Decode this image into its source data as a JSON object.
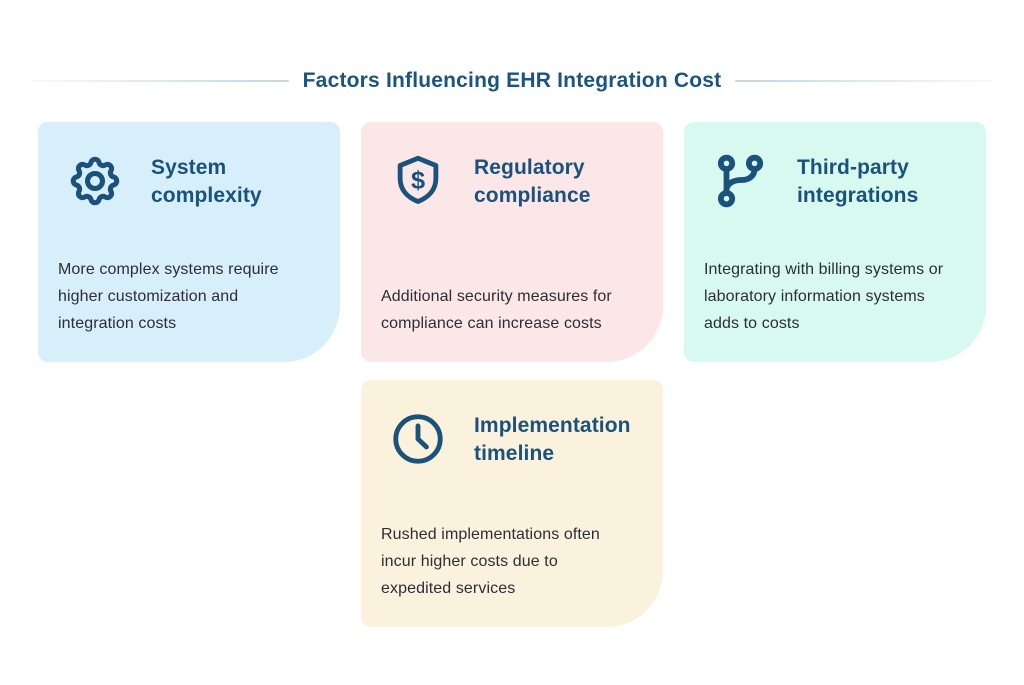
{
  "page": {
    "title": "Factors Influencing EHR Integration Cost"
  },
  "colors": {
    "accent_navy": "#1A527C",
    "title_navy": "#1C5480",
    "body_text": "#2D2D36",
    "divider": "#C3D6E3",
    "card_blue": "#D7EEFB",
    "card_pink": "#FBE6E8",
    "card_mint": "#D7F9F0",
    "card_cream": "#FBF2DD"
  },
  "cards": [
    {
      "icon": "gear-icon",
      "title": "System\ncomplexity",
      "body": "More complex systems require\nhigher customization and\nintegration costs",
      "bg": "#D7EEFB"
    },
    {
      "icon": "shield-dollar-icon",
      "title": "Regulatory\ncompliance",
      "body": "Additional security measures for\ncompliance can increase costs",
      "bg": "#FBE6E8"
    },
    {
      "icon": "git-branch-icon",
      "title": "Third-party\nintegrations",
      "body": "Integrating with billing systems or\nlaboratory information systems\nadds to costs",
      "bg": "#D7F9F0"
    },
    {
      "icon": "clock-icon",
      "title": "Implementation\ntimeline",
      "body": "Rushed implementations often\nincur higher costs due to\nexpedited services",
      "bg": "#FBF2DD"
    }
  ]
}
